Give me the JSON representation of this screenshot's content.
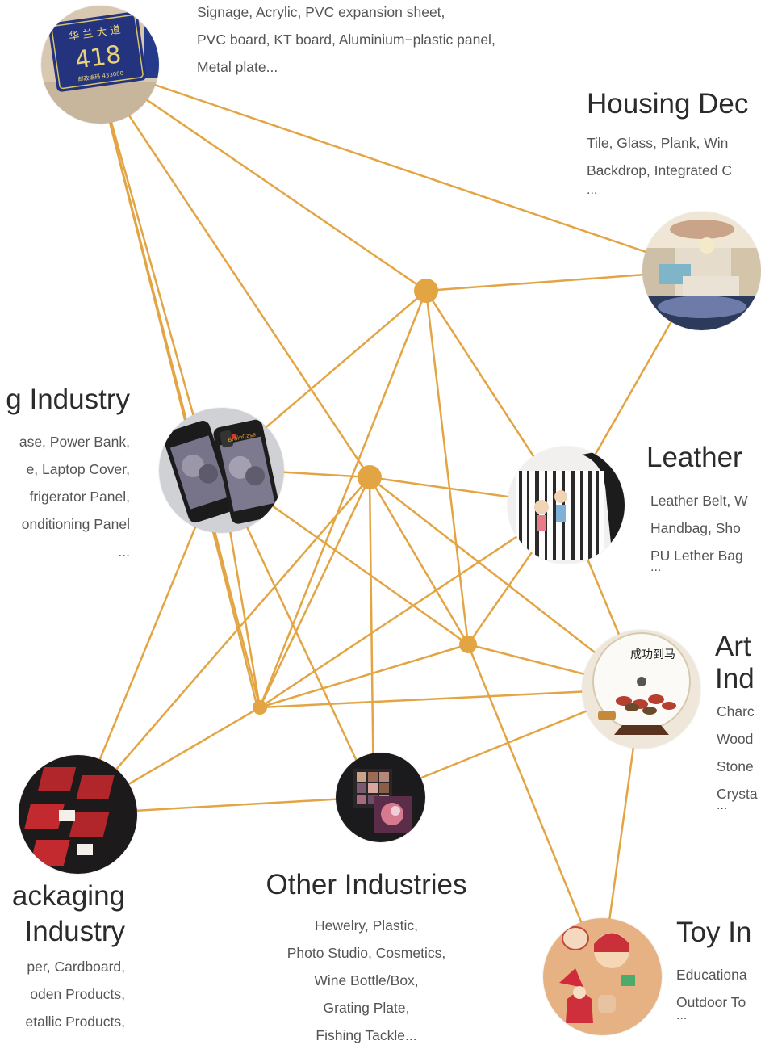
{
  "colors": {
    "line": "#E3A544",
    "hub": "#E3A544",
    "heading": "#2b2b2b",
    "text": "#555555"
  },
  "sections": {
    "top": {
      "lines": [
        "Signage, Acrylic, PVC expansion sheet,",
        "PVC board, KT board, Aluminium−plastic panel,",
        "Metal plate..."
      ]
    },
    "housing": {
      "title": "Housing Dec",
      "lines": [
        "Tile, Glass, Plank, Win",
        "Backdrop, Integrated C",
        "..."
      ]
    },
    "digital": {
      "title": "g Industry",
      "lines": [
        "ase, Power Bank,",
        "e, Laptop Cover,",
        "frigerator Panel,",
        "onditioning Panel",
        "..."
      ]
    },
    "leather": {
      "title": "Leather",
      "lines": [
        "Leather Belt, W",
        "Handbag, Sho",
        "PU Lether Bag",
        "..."
      ]
    },
    "art": {
      "title_lines": [
        "Art",
        "Ind"
      ],
      "lines": [
        "Charc",
        "Wood",
        "Stone",
        "Crysta",
        "..."
      ]
    },
    "packaging": {
      "title_lines": [
        "ackaging",
        "Industry"
      ],
      "lines": [
        "per, Cardboard,",
        "oden Products,",
        "etallic Products,"
      ]
    },
    "other": {
      "title": "Other Industries",
      "lines": [
        "Hewelry, Plastic,",
        "Photo Studio, Cosmetics,",
        "Wine Bottle/Box,",
        "Grating Plate,",
        "Fishing Tackle..."
      ]
    },
    "toy": {
      "title": "Toy In",
      "lines": [
        "Educationa",
        "Outdoor To",
        "..."
      ]
    }
  },
  "signage_photo": {
    "sign_line1": "华 兰 大 道",
    "sign_number": "418",
    "sign_line3": "邮政编码 433000"
  },
  "art_photo": {
    "calligraphy": "成功到马"
  },
  "phone_photo": {
    "brand": "BrainCase"
  },
  "icons": [
    "signage-photo",
    "housing-photo",
    "phone-case-photo",
    "leather-bag-photo",
    "art-plate-photo",
    "packaging-photo",
    "cosmetics-photo",
    "toy-photo"
  ]
}
